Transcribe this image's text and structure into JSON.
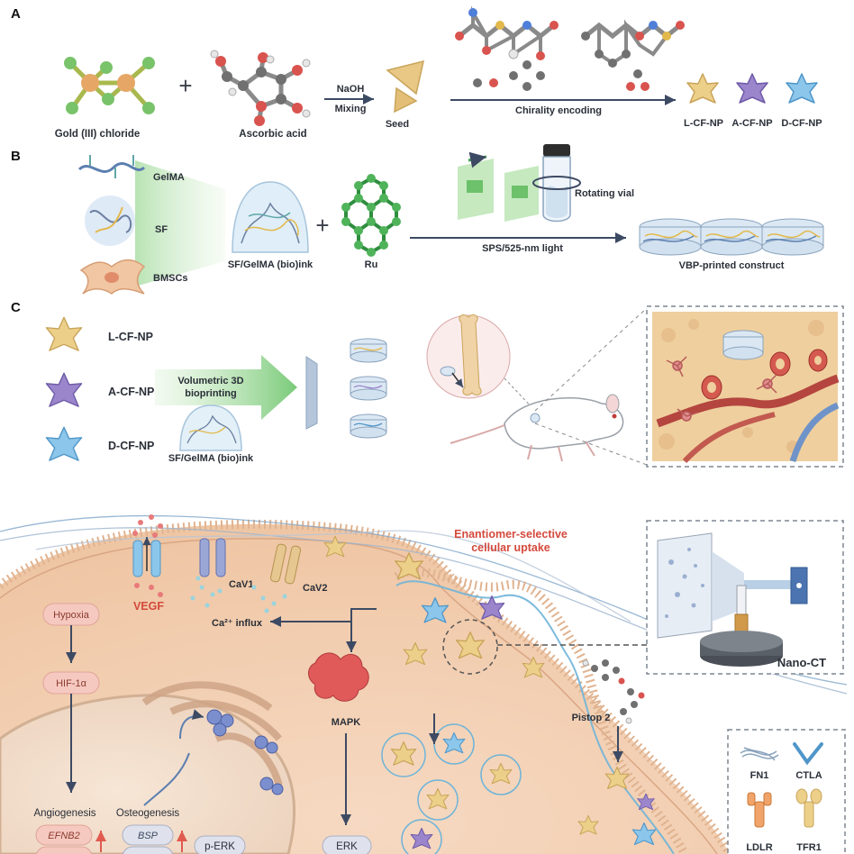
{
  "panels": {
    "a": "A",
    "b": "B",
    "c": "C"
  },
  "panel_a": {
    "gold_chloride": "Gold (III) chloride",
    "ascorbic_acid": "Ascorbic acid",
    "naoh": "NaOH",
    "mixing": "Mixing",
    "seed": "Seed",
    "chirality_encoding": "Chirality encoding",
    "l_cf_np": "L-CF-NP",
    "a_cf_np": "A-CF-NP",
    "d_cf_np": "D-CF-NP"
  },
  "panel_b": {
    "gelma": "GelMA",
    "sf": "SF",
    "bmscs": "BMSCs",
    "sf_gelma_ink": "SF/GelMA (bio)ink",
    "ru": "Ru",
    "rotating_vial": "Rotating vial",
    "sps_light": "SPS/525-nm light",
    "vbp_construct": "VBP-printed construct"
  },
  "panel_c": {
    "l_cf_np": "L-CF-NP",
    "a_cf_np": "A-CF-NP",
    "d_cf_np": "D-CF-NP",
    "volumetric_3d": "Volumetric 3D",
    "bioprinting": "bioprinting",
    "sf_gelma_ink": "SF/GelMA (bio)ink"
  },
  "cell": {
    "vegf": "VEGF",
    "cav1": "CaV1",
    "cav2": "CaV2",
    "ca_influx": "Ca²⁺ influx",
    "enantiomer_line1": "Enantiomer-selective",
    "enantiomer_line2": "cellular uptake",
    "mapk": "MAPK",
    "erk": "ERK",
    "pistop2": "Pistop 2",
    "hypoxia": "Hypoxia",
    "hif1a": "HIF-1α",
    "angiogenesis": "Angiogenesis",
    "osteogenesis": "Osteogenesis",
    "efnb2": "EFNB2",
    "bsp": "BSP",
    "perk": "p-ERK",
    "nano_ct": "Nano-CT"
  },
  "legend": {
    "fn1": "FN1",
    "ctla": "CTLA",
    "ldlr": "LDLR",
    "tfr1": "TFR1"
  },
  "colors": {
    "l_cf_np": "#ecd08a",
    "a_cf_np": "#9b86cc",
    "d_cf_np": "#8cc6ea",
    "highlight_red": "#d4493c",
    "arrow": "#3d4a63",
    "light_green": "#6ac46a"
  }
}
